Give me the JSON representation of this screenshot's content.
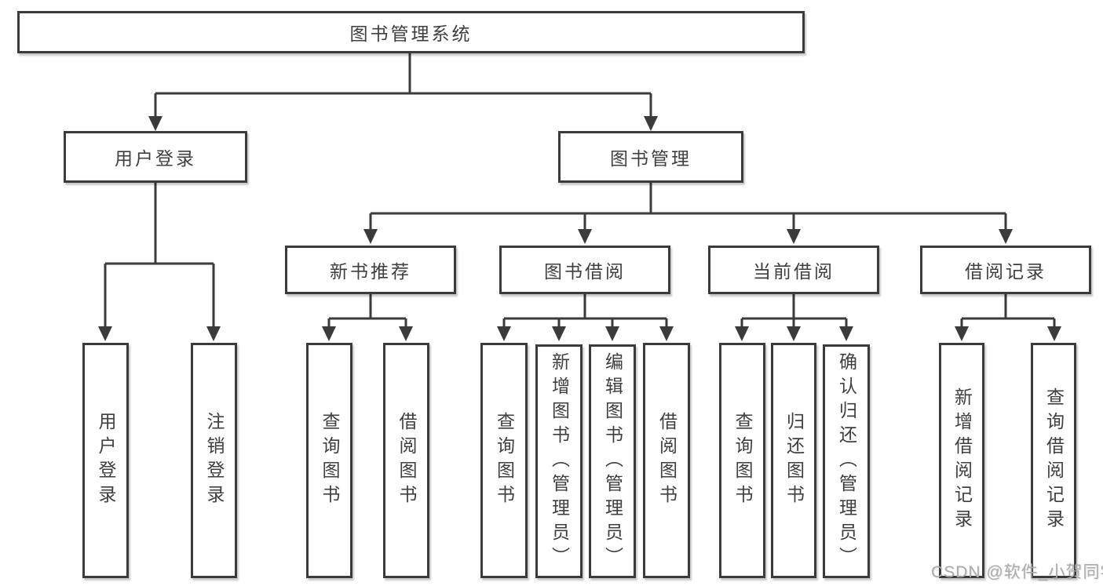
{
  "diagram_title": "图书管理系统",
  "tree": {
    "root": "图书管理系统",
    "level2": [
      "用户登录",
      "图书管理"
    ],
    "level3": [
      "新书推荐",
      "图书借阅",
      "当前借阅",
      "借阅记录"
    ],
    "leaves": {
      "user_login": [
        "用户登录",
        "注销登录"
      ],
      "new_book_recommend": [
        "查询图书",
        "借阅图书"
      ],
      "book_borrow": [
        "查询图书",
        "新增图书（管理员）",
        "编辑图书（管理员）",
        "借阅图书"
      ],
      "current_borrow": [
        "查询图书",
        "归还图书",
        "确认归还（管理员）"
      ],
      "borrow_records": [
        "新增借阅记录",
        "查询借阅记录"
      ]
    }
  },
  "watermark": {
    "text": "CSDN @软件_小贺同学",
    "color": "#ababab"
  },
  "colors": {
    "line": "#3b3b3b",
    "box_border": "#3b3b3b",
    "box_fill": "#ffffff",
    "text": "#3f3f3f",
    "background": "#ffffff"
  }
}
